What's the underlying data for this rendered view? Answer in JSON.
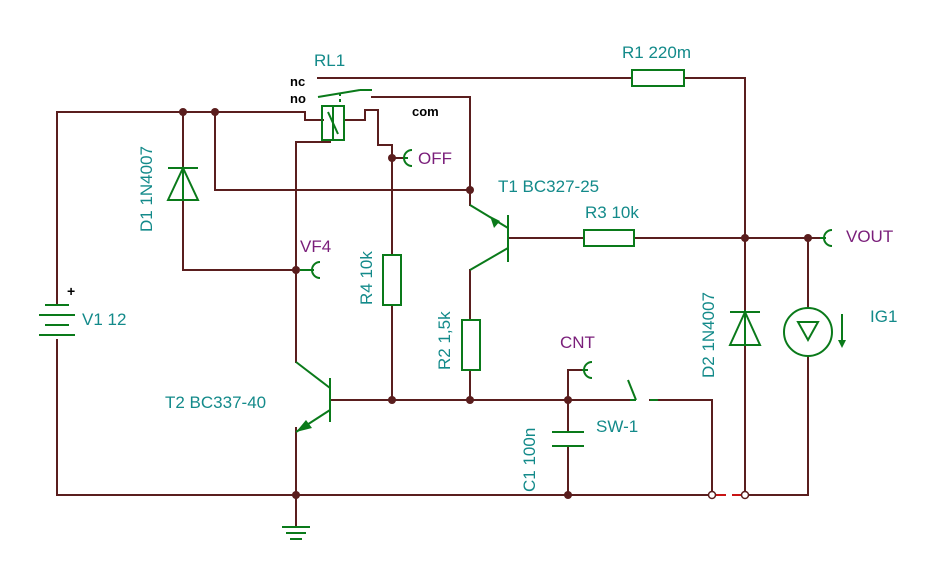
{
  "components": {
    "relay": {
      "ref": "RL1",
      "pin_nc": "nc",
      "pin_no": "no",
      "pin_com": "com"
    },
    "r1": {
      "label": "R1 220m"
    },
    "r2": {
      "label": "R2 1,5k"
    },
    "r3": {
      "label": "R3 10k"
    },
    "r4": {
      "label": "R4 10k"
    },
    "d1": {
      "label": "D1 1N4007"
    },
    "d2": {
      "label": "D2 1N4007"
    },
    "t1": {
      "label": "T1 BC327-25"
    },
    "t2": {
      "label": "T2 BC337-40"
    },
    "v1": {
      "label": "V1 12",
      "plus": "+"
    },
    "c1": {
      "label": "C1 100n"
    },
    "sw1": {
      "label": "SW-1"
    },
    "ig1": {
      "label": "IG1"
    }
  },
  "probes": {
    "off": "OFF",
    "vf4": "VF4",
    "cnt": "CNT",
    "vout": "VOUT"
  },
  "colors": {
    "wire": "#5a1e1e",
    "component": "#0a7a1a",
    "label": "#138a8a",
    "probe": "#7a1e7a"
  }
}
